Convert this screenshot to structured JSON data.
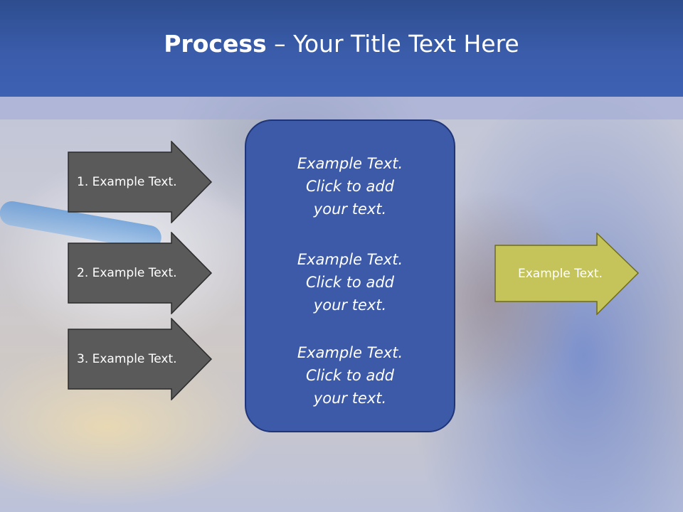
{
  "slide": {
    "title_bold": "Process",
    "title_rest": " – Your Title Text Here"
  },
  "steps": [
    {
      "label": "1. Example Text."
    },
    {
      "label": "2. Example Text."
    },
    {
      "label": "3. Example Text."
    }
  ],
  "center_box": {
    "blocks": [
      {
        "text": "Example Text.\nClick  to add\nyour text."
      },
      {
        "text": "Example Text.\nClick  to add\nyour text."
      },
      {
        "text": "Example Text.\nClick  to add\nyour text."
      }
    ]
  },
  "result": {
    "label": "Example Text."
  },
  "colors": {
    "title_bar": "#3a5caa",
    "step_arrow": "#5a5a5a",
    "center_box": "#3d5aa8",
    "result_arrow": "#c5c45a"
  }
}
